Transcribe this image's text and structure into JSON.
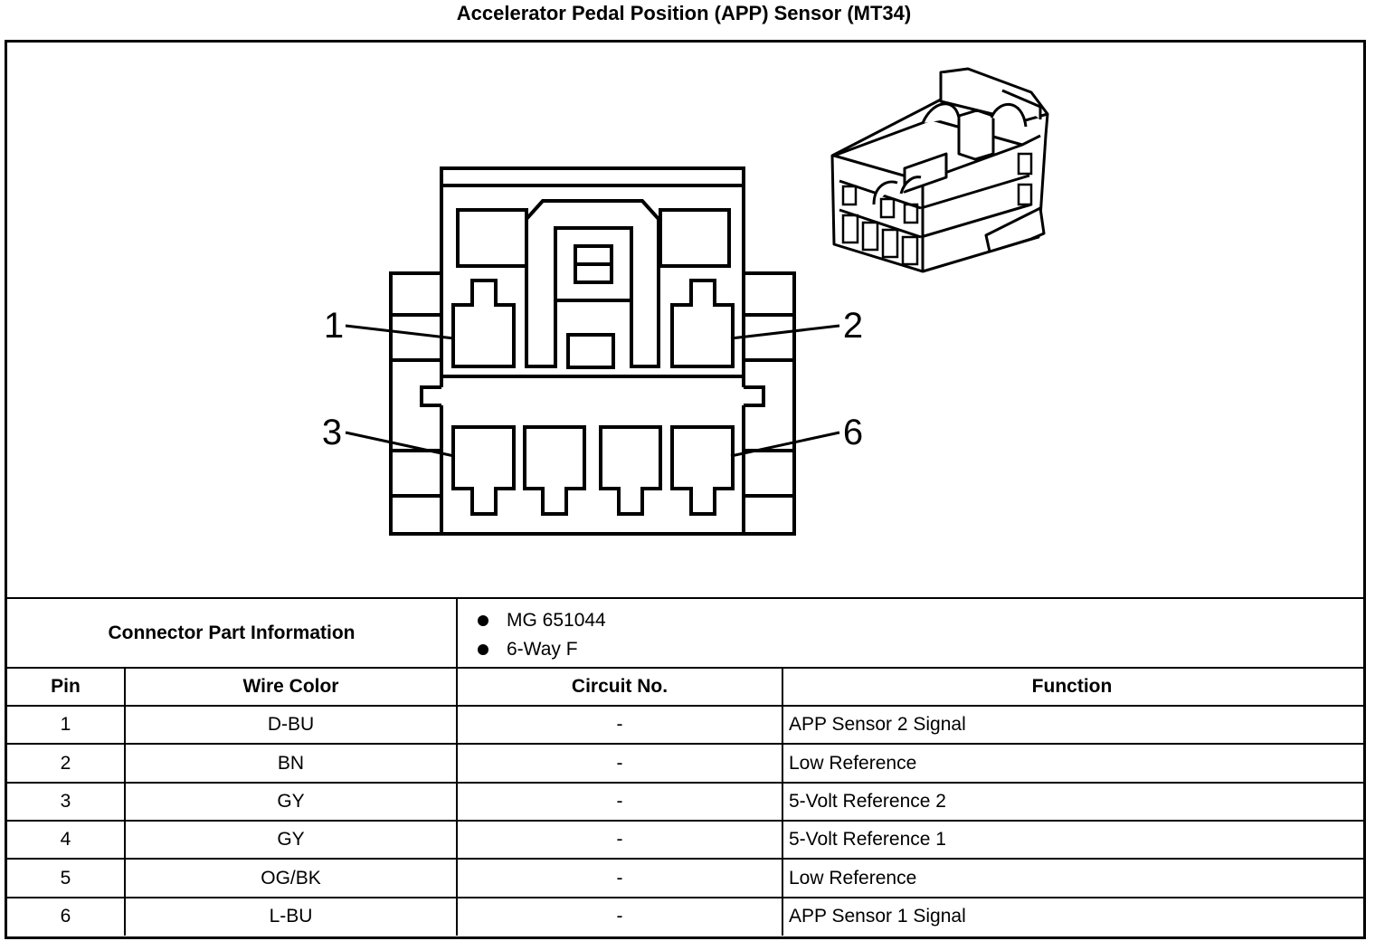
{
  "title": "Accelerator Pedal Position (APP) Sensor (MT34)",
  "diagram": {
    "pin_callouts": [
      "1",
      "2",
      "3",
      "6"
    ]
  },
  "connector_info": {
    "label": "Connector Part Information",
    "items": [
      "MG 651044",
      "6-Way F"
    ]
  },
  "table": {
    "headers": [
      "Pin",
      "Wire Color",
      "Circuit No.",
      "Function"
    ],
    "rows": [
      [
        "1",
        "D-BU",
        "-",
        "APP Sensor 2 Signal"
      ],
      [
        "2",
        "BN",
        "-",
        "Low Reference"
      ],
      [
        "3",
        "GY",
        "-",
        "5-Volt Reference 2"
      ],
      [
        "4",
        "GY",
        "-",
        "5-Volt Reference 1"
      ],
      [
        "5",
        "OG/BK",
        "-",
        "Low Reference"
      ],
      [
        "6",
        "L-BU",
        "-",
        "APP Sensor 1 Signal"
      ]
    ]
  }
}
